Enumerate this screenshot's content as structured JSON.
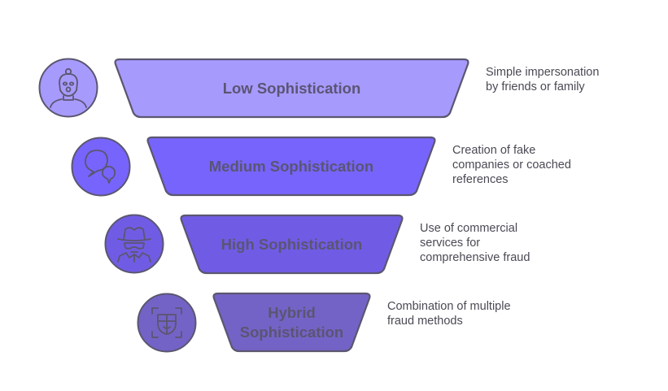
{
  "diagram": {
    "type": "funnel",
    "levels": [
      {
        "title_lines": [
          "Low Sophistication"
        ],
        "description_lines": [
          "Simple impersonation",
          "by friends or family"
        ],
        "icon": "masked-person-icon",
        "fill": "#a79afd",
        "circle_fill": "#a79afd"
      },
      {
        "title_lines": [
          "Medium Sophistication"
        ],
        "description_lines": [
          "Creation of fake",
          "companies or coached",
          "references"
        ],
        "icon": "speech-bubbles-icon",
        "fill": "#7764fc",
        "circle_fill": "#7764fc"
      },
      {
        "title_lines": [
          "High Sophistication"
        ],
        "description_lines": [
          "Use of commercial",
          "services for",
          "comprehensive fraud"
        ],
        "icon": "spy-agent-icon",
        "fill": "#705ce4",
        "circle_fill": "#705ce4"
      },
      {
        "title_lines": [
          "Hybrid",
          "Sophistication"
        ],
        "description_lines": [
          "Combination of multiple",
          "fraud methods"
        ],
        "icon": "face-scan-mask-icon",
        "fill": "#7463c6",
        "circle_fill": "#7463c6"
      }
    ],
    "stroke_color": "#5b5670"
  }
}
